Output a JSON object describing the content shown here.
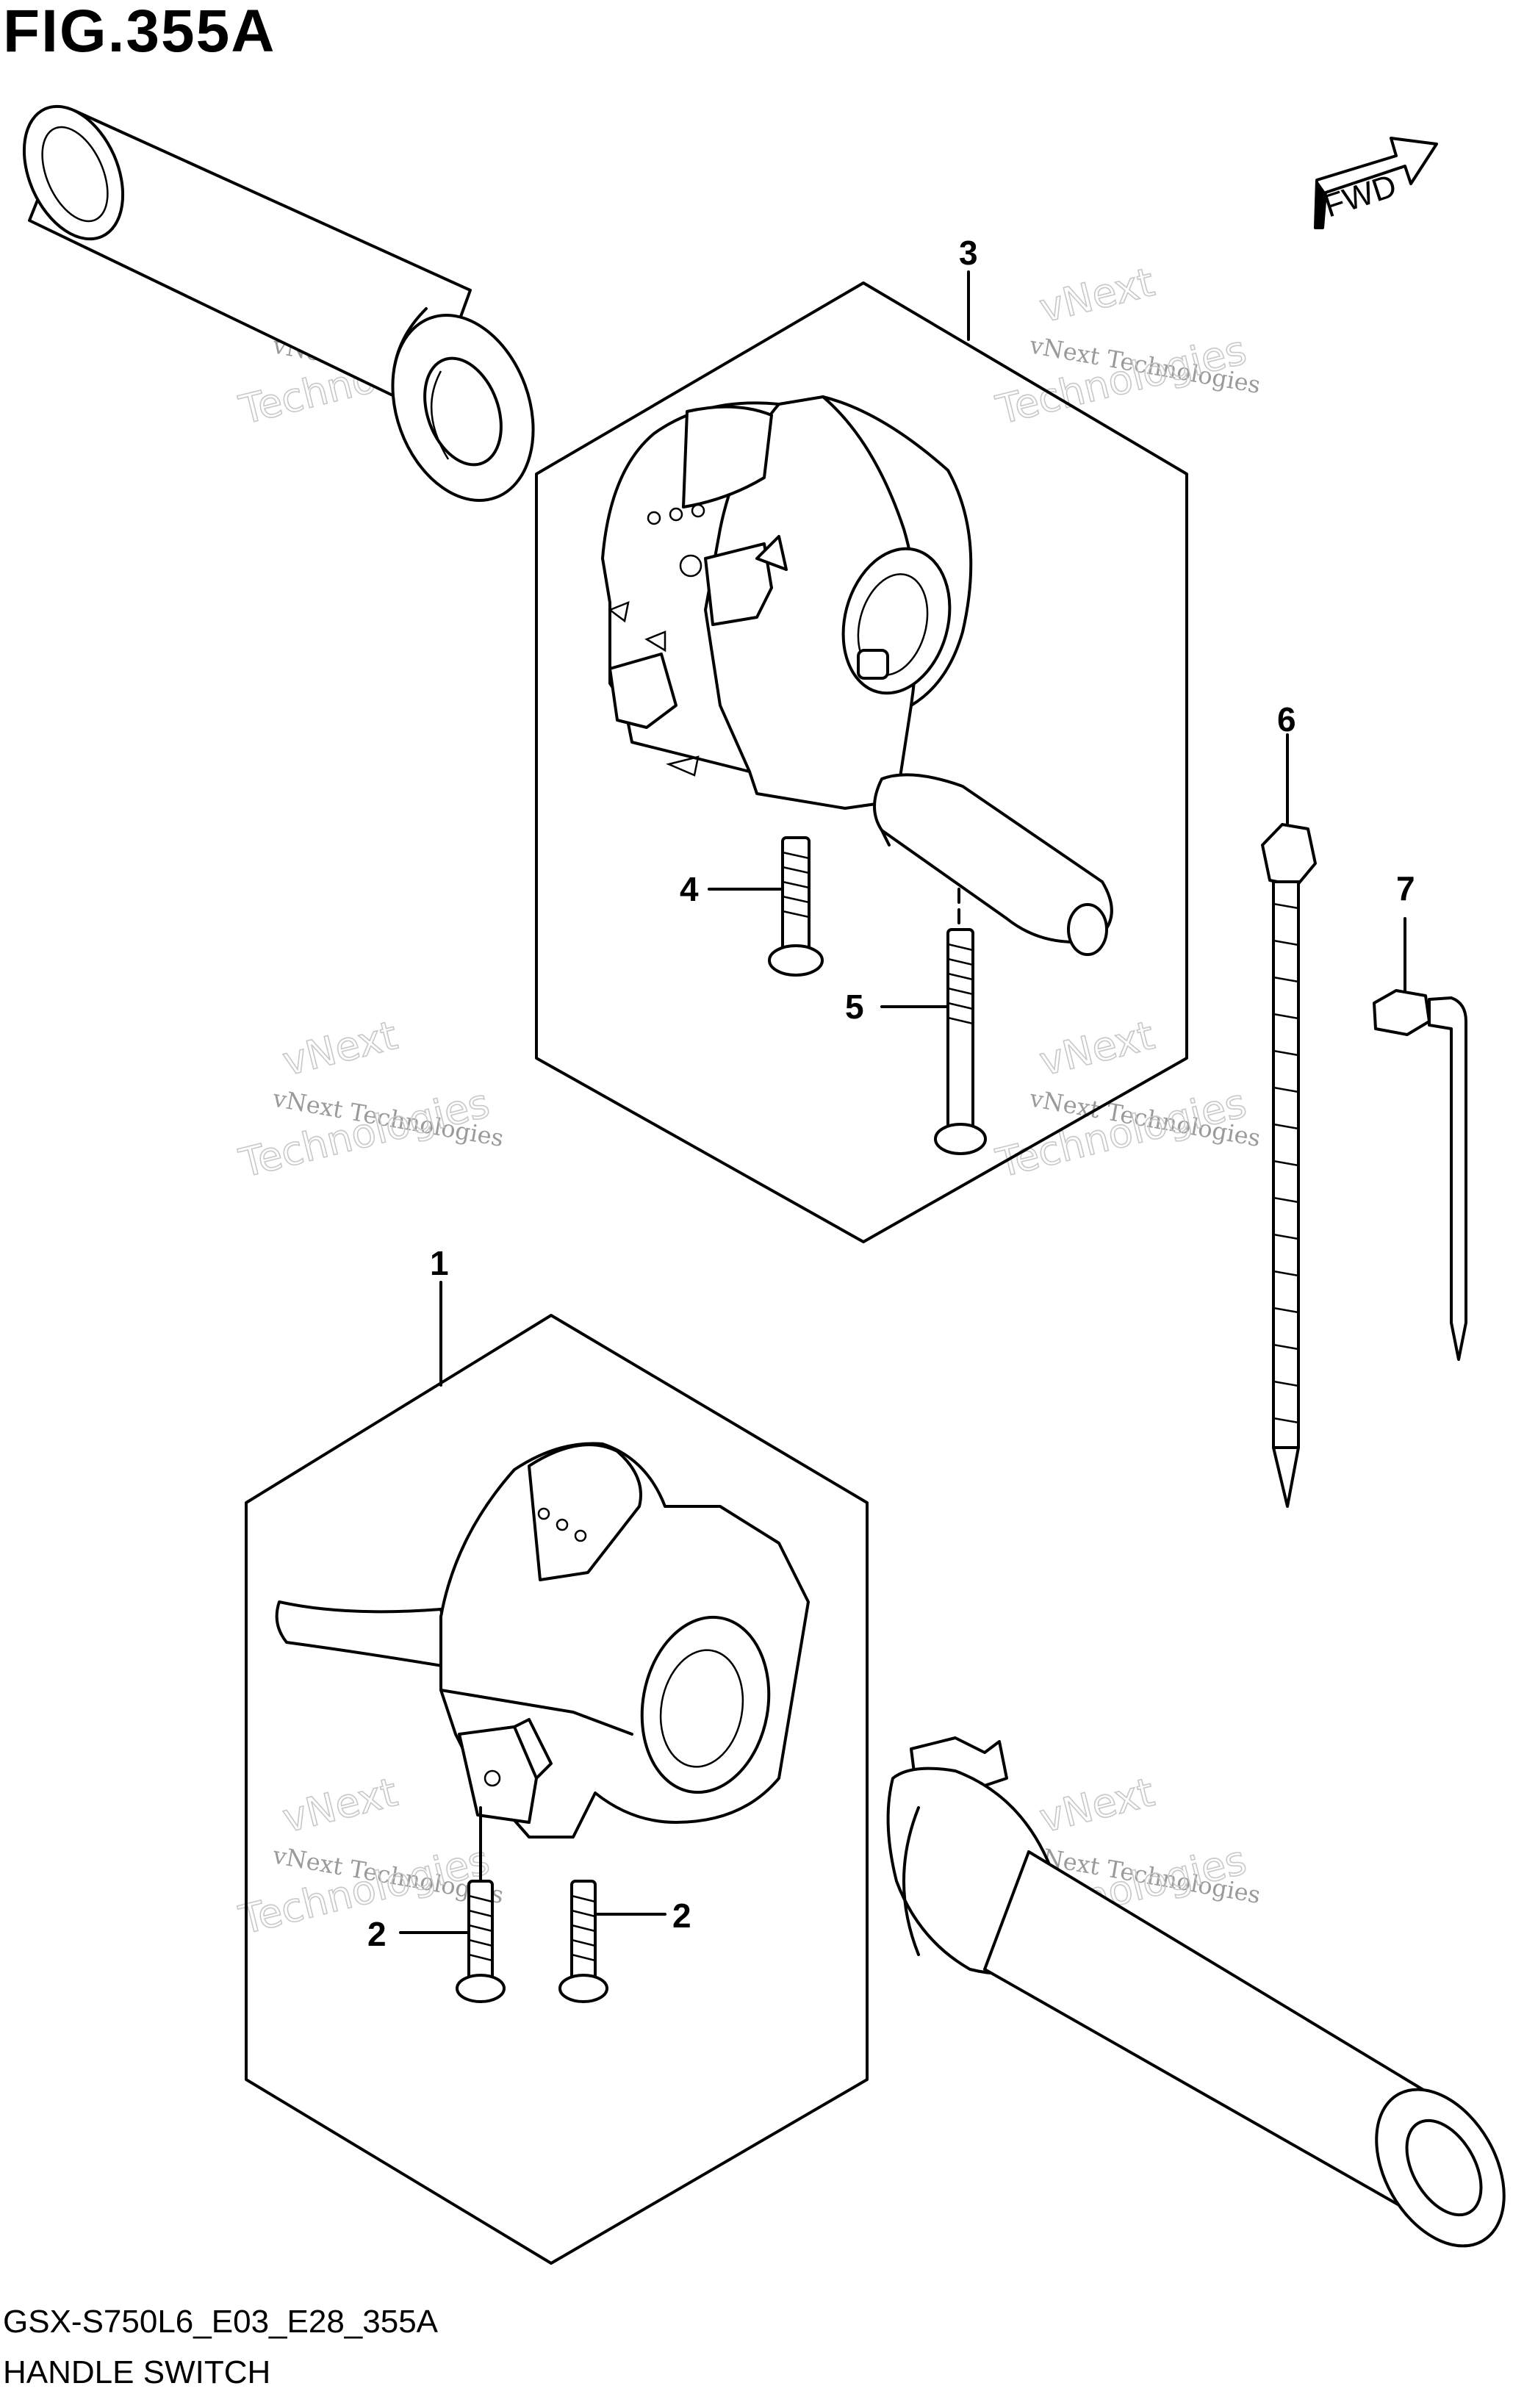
{
  "figure": {
    "title": "FIG.355A",
    "model_code": "GSX-S750L6_E03_E28_355A",
    "part_name": "HANDLE SWITCH",
    "fwd_label": "FWD"
  },
  "callouts": [
    {
      "id": "1",
      "label": "1"
    },
    {
      "id": "2a",
      "label": "2"
    },
    {
      "id": "2b",
      "label": "2"
    },
    {
      "id": "3",
      "label": "3"
    },
    {
      "id": "4",
      "label": "4"
    },
    {
      "id": "5",
      "label": "5"
    },
    {
      "id": "6",
      "label": "6"
    },
    {
      "id": "7",
      "label": "7"
    }
  ],
  "watermark": {
    "line1": "vNext Technologies",
    "line2": "vNext",
    "line3": "Technologies"
  }
}
